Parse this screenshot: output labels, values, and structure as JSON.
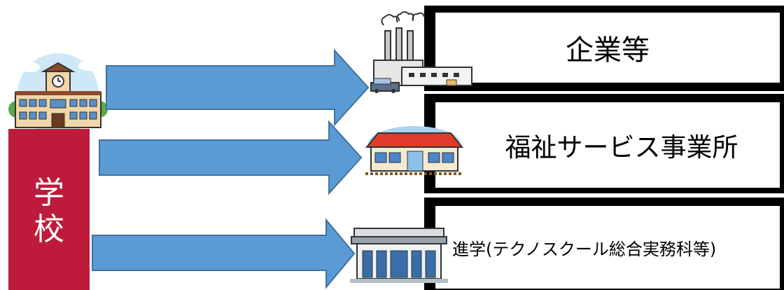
{
  "school": {
    "label": "学校",
    "icon": "school-building-icon"
  },
  "destinations": [
    {
      "label": "企業等",
      "icon": "factory-icon"
    },
    {
      "label": "福祉サービス事業所",
      "icon": "welfare-facility-icon"
    },
    {
      "label": "進学(テクノスクール総合実務科等)",
      "icon": "training-school-icon"
    }
  ],
  "colors": {
    "school_bar": "#be1a3b",
    "arrow_fill": "#5b9bd5",
    "arrow_stroke": "#41719c",
    "frame": "#000000"
  }
}
